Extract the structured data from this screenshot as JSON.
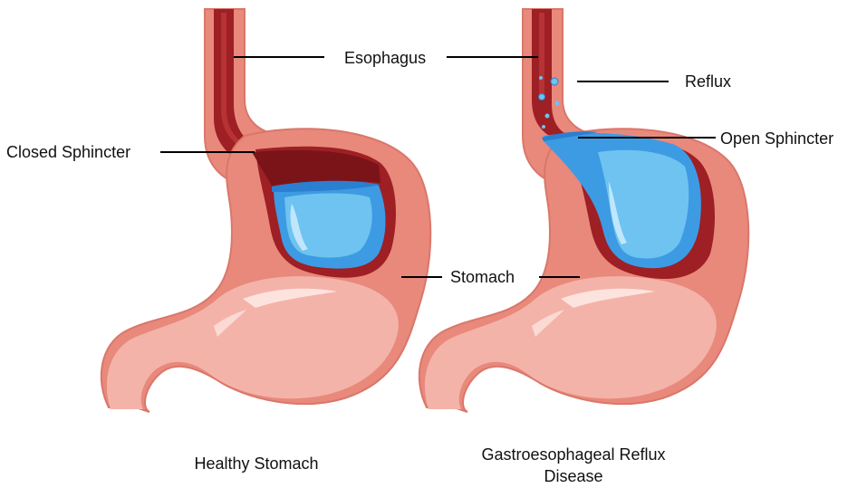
{
  "labels": {
    "esophagus": "Esophagus",
    "closed_sphincter": "Closed Sphincter",
    "stomach": "Stomach",
    "reflux": "Reflux",
    "open_sphincter": "Open Sphincter"
  },
  "captions": {
    "healthy": "Healthy Stomach",
    "gerd_line1": "Gastroesophageal Reflux",
    "gerd_line2": "Disease"
  },
  "colors": {
    "stomach_wall": "#e8897c",
    "stomach_outline": "#d9776a",
    "stomach_lower": "#f4b3a9",
    "stomach_highlight": "#fde3de",
    "lining": "#9e1f24",
    "lining_dark": "#7a1418",
    "acid_light": "#6ec3f0",
    "acid_mid": "#3d9be3",
    "acid_dark": "#2a7fd0"
  }
}
